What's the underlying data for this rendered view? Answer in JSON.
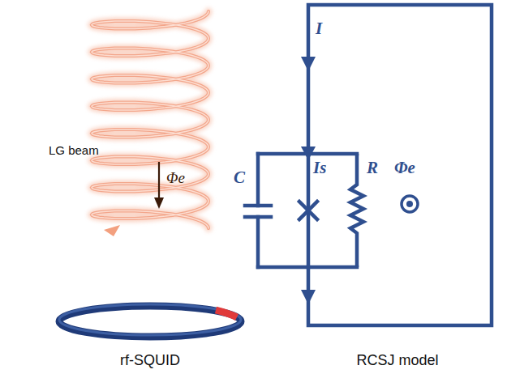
{
  "diagram": {
    "labels": [
      "LG beam",
      "Φe",
      "rf-SQUID",
      "I",
      "C",
      "Is",
      "R",
      "Φe",
      "RCSJ model"
    ]
  }
}
